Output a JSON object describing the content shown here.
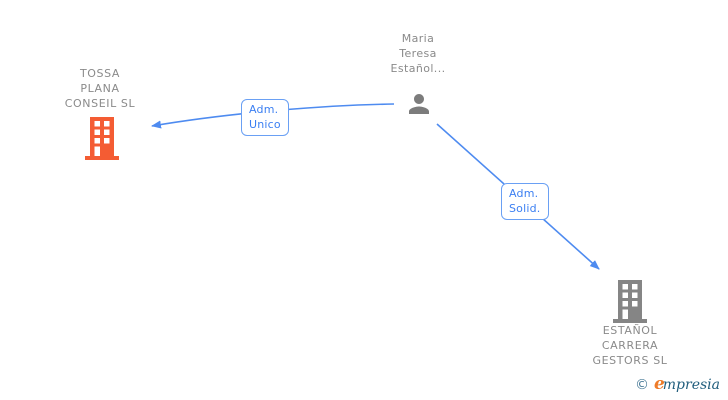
{
  "diagram": {
    "person": {
      "name": "Maria Teresa Estañol...",
      "lines": [
        "Maria",
        "Teresa",
        "Estañol..."
      ],
      "icon": "person-icon",
      "icon_color": "#7c7c7c"
    },
    "companies": [
      {
        "id": "tossa",
        "name": "TOSSA PLANA CONSEIL SL",
        "lines": [
          "TOSSA",
          "PLANA",
          "CONSEIL SL"
        ],
        "icon": "building-icon",
        "icon_color": "#f45c33"
      },
      {
        "id": "estanol",
        "name": "ESTAÑOL CARRERA GESTORS SL",
        "lines": [
          "ESTAÑOL",
          "CARRERA",
          "GESTORS SL"
        ],
        "icon": "building-icon",
        "icon_color": "#858585"
      }
    ],
    "edges": [
      {
        "from": "person",
        "to": "tossa",
        "label": "Adm. Unico",
        "label_lines": [
          "Adm.",
          "Unico"
        ]
      },
      {
        "from": "person",
        "to": "estanol",
        "label": "Adm. Solid.",
        "label_lines": [
          "Adm.",
          "Solid."
        ]
      }
    ],
    "colors": {
      "edge_blue": "#4e8bf0",
      "edge_label_text": "#3b7ff2",
      "edge_label_border": "#6aa0f4",
      "node_text_gray": "#8a8a8a",
      "building_orange": "#f45c33",
      "building_gray": "#858585",
      "person_gray": "#7c7c7c"
    }
  },
  "footer": {
    "copyright": "©",
    "brand_first_letter": "e",
    "brand_rest": "mpresia",
    "brand": "empresia"
  }
}
